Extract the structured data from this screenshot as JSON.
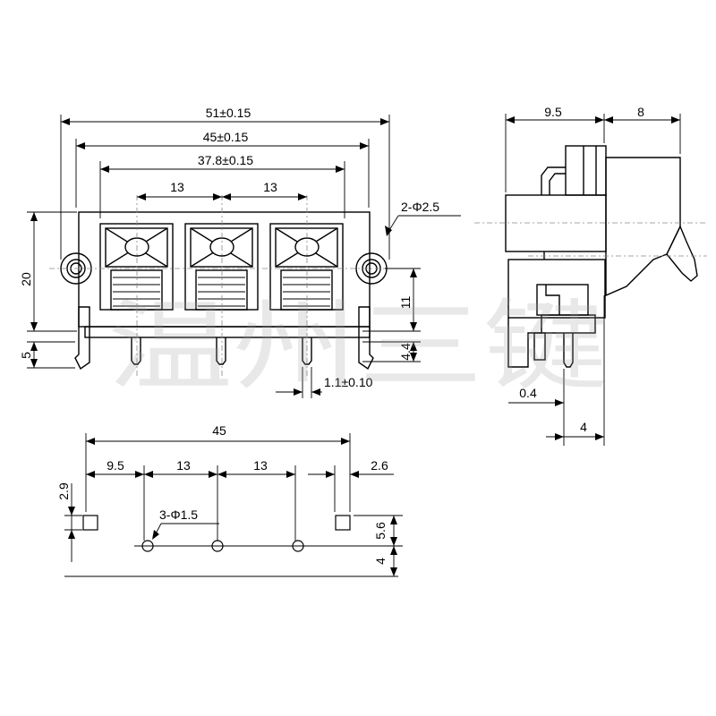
{
  "colors": {
    "line": "#000000",
    "centerline": "#888888",
    "watermark": "#9a9a9a",
    "background": "#ffffff"
  },
  "front_view": {
    "overall_width": "51±0.15",
    "mount_hole_pitch": "45±0.15",
    "terminal_span": "37.8±0.15",
    "terminal_pitch_left": "13",
    "terminal_pitch_right": "13",
    "mount_hole_callout": "2-Φ2.5",
    "body_height": "20",
    "hole_height": "11",
    "pin_length": "4.4",
    "leg_length": "5",
    "pin_width": "1.1±0.10"
  },
  "side_view": {
    "depth_rear": "9.5",
    "depth_front": "8",
    "pin_offset": "0.4",
    "pin_depth": "4"
  },
  "pcb_layout": {
    "overall": "45",
    "first_offset": "9.5",
    "pitch_1": "13",
    "pitch_2": "13",
    "last_offset": "2.6",
    "hole_callout": "3-Φ1.5",
    "square_height": "2.9",
    "row_spacing": "5.6",
    "bottom_margin": "4"
  },
  "watermark": "温州三键"
}
